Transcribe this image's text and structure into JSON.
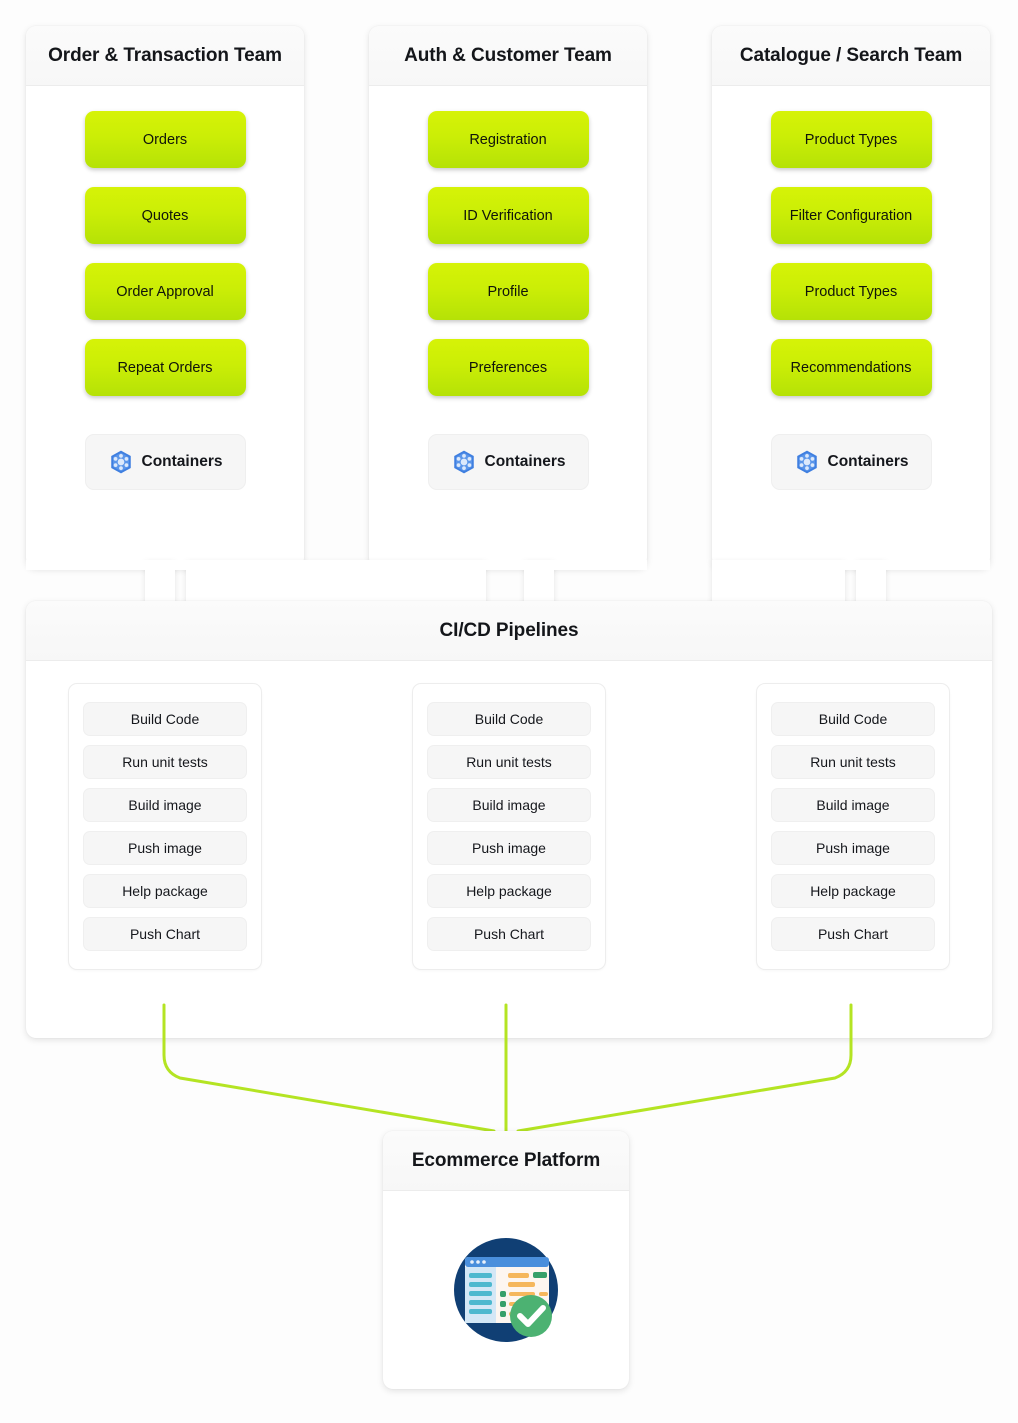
{
  "background_color": "#fdfdfd",
  "accent_green": "#cbee06",
  "teams": [
    {
      "id": "order-transaction-team",
      "title": "Order & Transaction Team",
      "services": [
        {
          "label": "Orders",
          "width": 161
        },
        {
          "label": "Quotes",
          "width": 161
        },
        {
          "label": "Order Approval",
          "width": 161
        },
        {
          "label": "Repeat Orders",
          "width": 161
        }
      ],
      "containers": {
        "label": "Containers",
        "icon": "kubernetes-icon",
        "width": 161
      }
    },
    {
      "id": "auth-customer-team",
      "title": "Auth & Customer Team",
      "services": [
        {
          "label": "Registration",
          "width": 161
        },
        {
          "label": "ID Verification",
          "width": 161
        },
        {
          "label": "Profile",
          "width": 161
        },
        {
          "label": "Preferences",
          "width": 161
        }
      ],
      "containers": {
        "label": "Containers",
        "icon": "kubernetes-icon",
        "width": 161
      }
    },
    {
      "id": "catalogue-search-team",
      "title": "Catalogue / Search Team",
      "services": [
        {
          "label": "Product Types",
          "width": 161
        },
        {
          "label": "Filter Configuration",
          "width": 161
        },
        {
          "label": "Product Types",
          "width": 161
        },
        {
          "label": "Recommendations",
          "width": 161
        }
      ],
      "containers": {
        "label": "Containers",
        "icon": "kubernetes-icon",
        "width": 161
      }
    }
  ],
  "cicd": {
    "title": "CI/CD Pipelines",
    "pipelines": [
      {
        "id": "pipeline-order-transaction",
        "steps": [
          "Build Code",
          "Run unit tests",
          "Build image",
          "Push image",
          "Help package",
          "Push Chart"
        ]
      },
      {
        "id": "pipeline-auth-customer",
        "steps": [
          "Build Code",
          "Run unit tests",
          "Build image",
          "Push image",
          "Help package",
          "Push Chart"
        ]
      },
      {
        "id": "pipeline-catalogue-search",
        "steps": [
          "Build Code",
          "Run unit tests",
          "Build image",
          "Push image",
          "Help package",
          "Push Chart"
        ]
      }
    ]
  },
  "platform": {
    "title": "Ecommerce Platform",
    "icon": "ecommerce-dashboard-check-icon"
  }
}
